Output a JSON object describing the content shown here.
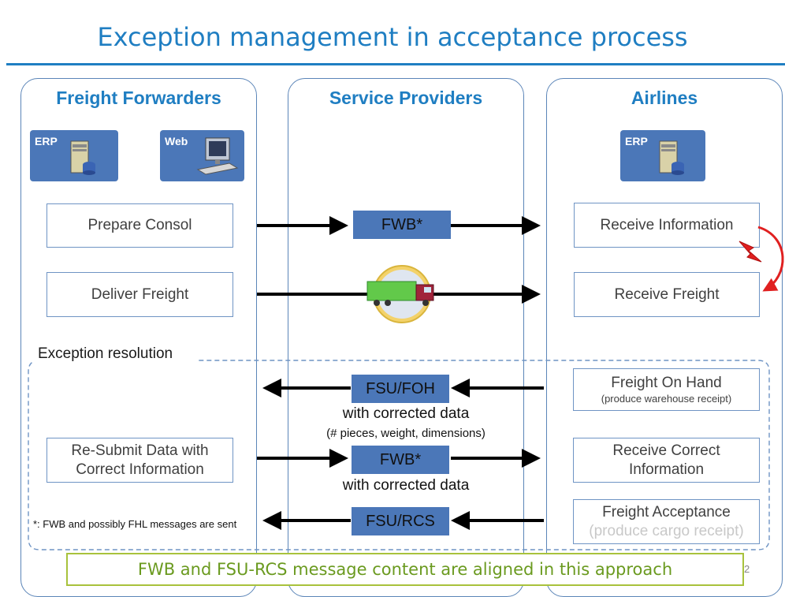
{
  "title": "Exception management in acceptance process",
  "lanes": {
    "forwarders": "Freight Forwarders",
    "providers": "Service Providers",
    "airlines": "Airlines"
  },
  "systems": {
    "ff_erp": "ERP",
    "ff_web": "Web",
    "airline_erp": "ERP"
  },
  "steps": {
    "prepare_consol": "Prepare Consol",
    "deliver_freight": "Deliver Freight",
    "resubmit": "Re-Submit Data with Correct Information",
    "receive_information": "Receive Information",
    "receive_freight": "Receive Freight",
    "freight_on_hand": "Freight On Hand",
    "freight_on_hand_sub": "(produce warehouse receipt)",
    "receive_correct_info": "Receive Correct Information",
    "freight_acceptance": "Freight Acceptance",
    "freight_acceptance_sub": "(produce cargo receipt)"
  },
  "messages": {
    "fwb1": "FWB*",
    "fsu_foh": "FSU/FOH",
    "fwb2": "FWB*",
    "fsu_rcs": "FSU/RCS"
  },
  "notes": {
    "foh_note1": "with corrected data",
    "foh_note2": "(# pieces, weight, dimensions)",
    "fwb2_note": "with corrected data"
  },
  "exception_label": "Exception resolution",
  "footnote": "*: FWB and possibly FHL messages are sent",
  "banner": "FWB and FSU-RCS message content are aligned in this approach",
  "page_number": "2",
  "colors": {
    "title_blue": "#1f7ec2",
    "box_blue": "#4b77b8",
    "lane_border": "#5b85b8",
    "banner_green": "#a8c23c",
    "alert_red": "#e02020"
  },
  "icons": {
    "ff_erp": "server-icon",
    "ff_web": "computer-icon",
    "airline_erp": "server-icon",
    "truck": "truck-icon",
    "exception": "lightning-icon"
  }
}
